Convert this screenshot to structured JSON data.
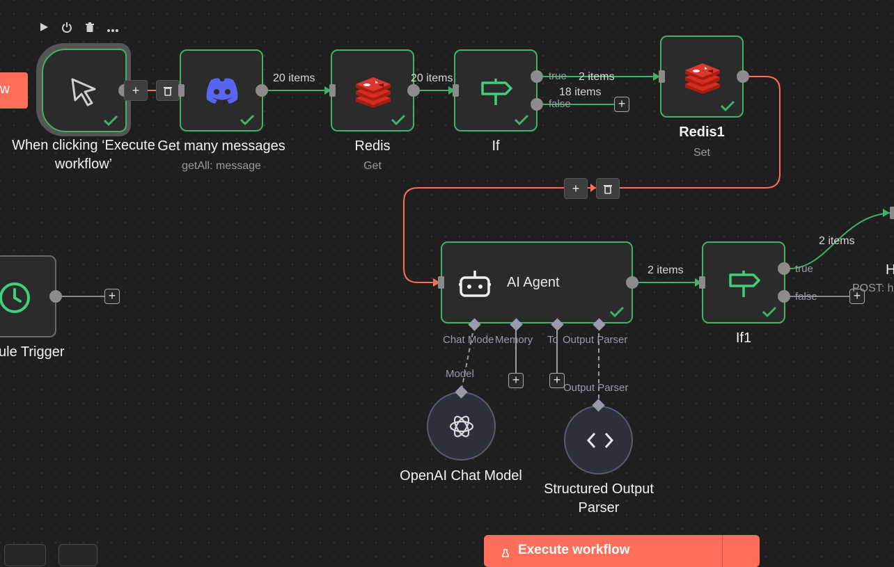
{
  "node_toolbar": {
    "play_icon": "play-icon",
    "power_icon": "power-icon",
    "delete_icon": "trash-icon",
    "more_icon": "more-icon"
  },
  "left_button": {
    "label": "w"
  },
  "nodes": {
    "manual_trigger": {
      "title_line1": "When clicking ‘Execute",
      "title_line2": "workflow’"
    },
    "discord": {
      "title": "Get many messages",
      "subtitle": "getAll: message"
    },
    "redis": {
      "title": "Redis",
      "subtitle": "Get"
    },
    "if": {
      "title": "If"
    },
    "redis1": {
      "title": "Redis1",
      "subtitle": "Set"
    },
    "schedule": {
      "title": "ule Trigger"
    },
    "ai_agent": {
      "title": "AI Agent"
    },
    "if1": {
      "title": "If1"
    },
    "openai": {
      "title": "OpenAI Chat Model"
    },
    "parser": {
      "title_line1": "Structured Output",
      "title_line2": "Parser"
    },
    "offscreen": {
      "title": "H",
      "subtitle": "POST: h"
    }
  },
  "wire_labels": {
    "discord_to_redis": "20 items",
    "redis_to_if": "20 items",
    "if_true": "2 items",
    "if_false": "18 items",
    "agent_to_if1": "2 items",
    "if1_true": "2 items"
  },
  "port_labels": {
    "true": "true",
    "false": "false",
    "true2": "true",
    "false2": "false",
    "chat_model": "Chat Mode",
    "memory": "Memory",
    "tool": "To",
    "output_parser": "Output Parser",
    "model": "Model",
    "output_parser2": "Output Parser"
  },
  "execute_button": {
    "label": "Execute workflow"
  },
  "colors": {
    "success": "#3fb26b",
    "accent": "#ff6e5a",
    "canvas": "#1f1f1f"
  }
}
